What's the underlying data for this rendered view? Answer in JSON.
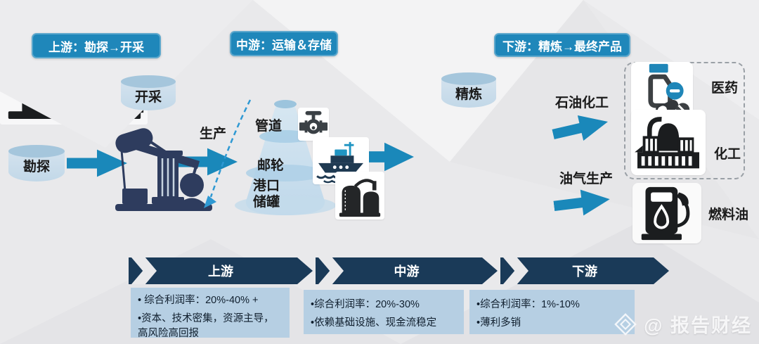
{
  "colors": {
    "accent": "#1f87ba",
    "arrow": "#1a88ba",
    "navy": "#1a3a58",
    "boxblue": "#b6cfe3",
    "ink": "#1a1a1a",
    "icon-navy": "#2e3c5e"
  },
  "headers": {
    "upstream": "上游：勘探→开采",
    "midstream": "中游：运输＆存储",
    "downstream": "下游：精炼→最终产品"
  },
  "nodes": {
    "exploration": "勘探",
    "extraction": "开采",
    "production": "生产",
    "pipeline": "管道",
    "tanker": "邮轮",
    "port_storage": "港口储罐",
    "refining": "精炼",
    "petrochemical": "石油化工",
    "oil_gas_production": "油气生产",
    "pharma": "医药",
    "chemical": "化工",
    "fuel_oil": "燃料油"
  },
  "segments": [
    {
      "label": "上游",
      "points": [
        "• 综合利润率：20%-40% +",
        "•资本、技术密集，资源主导，高风险高回报"
      ]
    },
    {
      "label": "中游",
      "points": [
        "•综合利润率：20%-30%",
        "•依赖基础设施、现金流稳定"
      ]
    },
    {
      "label": "下游",
      "points": [
        "•综合利润率：1%-10%",
        "•薄利多销"
      ]
    }
  ],
  "icons": [
    "pump-jack-icon",
    "valve-icon",
    "ship-icon",
    "storage-tanks-icon",
    "refinery-icon",
    "medicine-icon",
    "chemical-plant-icon",
    "fuel-pump-icon",
    "diamond-logo-icon"
  ],
  "watermark": {
    "text": "@ 报告财经"
  }
}
